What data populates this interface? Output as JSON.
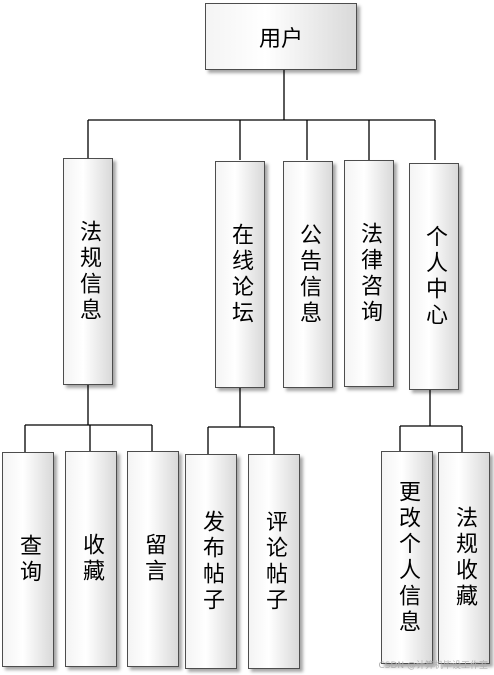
{
  "root": {
    "label": "用户"
  },
  "modules": [
    {
      "label": "法规信息",
      "children": [
        "查询",
        "收藏",
        "留言"
      ]
    },
    {
      "label": "在线论坛",
      "children": [
        "发布帖子",
        "评论帖子"
      ]
    },
    {
      "label": "公告信息",
      "children": []
    },
    {
      "label": "法律咨询",
      "children": []
    },
    {
      "label": "个人中心",
      "children": [
        "更改个人信息",
        "法规收藏"
      ]
    }
  ],
  "watermark": "CSDN @计算机毕设工作室"
}
